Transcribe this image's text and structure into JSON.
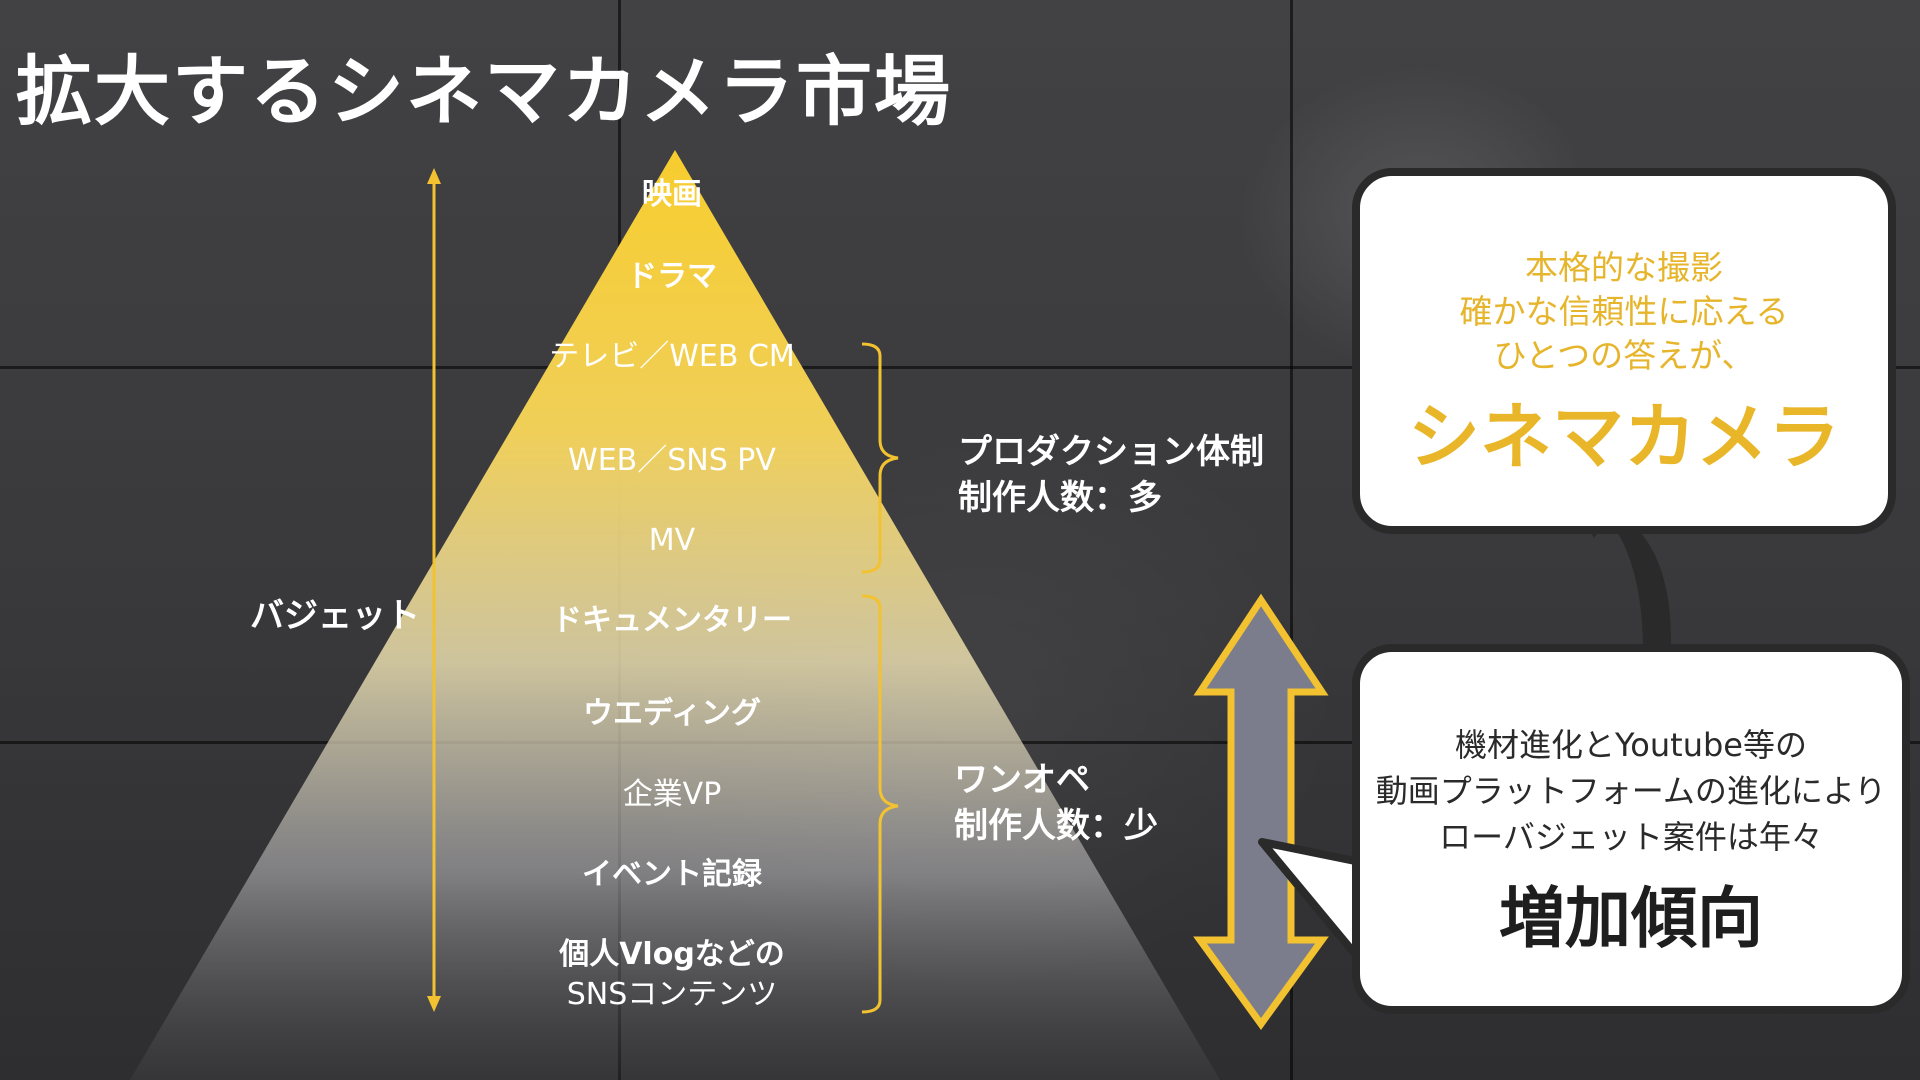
{
  "title": "拡大するシネマカメラ市場",
  "pyramid": {
    "levels": [
      {
        "label": "映画"
      },
      {
        "label": "ドラマ"
      },
      {
        "label": "テレビ／WEB CM"
      },
      {
        "label": "WEB／SNS PV"
      },
      {
        "label": "MV"
      },
      {
        "label": "ドキュメンタリー"
      },
      {
        "label": "ウエディング"
      },
      {
        "label": "企業VP"
      },
      {
        "label": "イベント記録"
      },
      {
        "label_line1": "個人Vlogなどの",
        "label_line2": "SNSコンテンツ"
      }
    ]
  },
  "budget_label": "バジェット",
  "production": {
    "line1": "プロダクション体制",
    "line2": "制作人数：多"
  },
  "one_op": {
    "line1": "ワンオペ",
    "line2": "制作人数：少"
  },
  "callout_top": {
    "line1": "本格的な撮影",
    "line2": "確かな信頼性に応える",
    "line3": "ひとつの答えが、",
    "big": "シネマカメラ"
  },
  "callout_bottom": {
    "line1": "機材進化とYoutube等の",
    "line2": "動画プラットフォームの進化により",
    "line3": "ローバジェット案件は年々",
    "big": "増加傾向"
  },
  "colors": {
    "accent_yellow": "#f2c230",
    "background": "#3a3a3c",
    "arrow_body": "#7b7d8c",
    "bubble_border": "#2a2a2a"
  },
  "icons": {
    "budget_arrow": "double-headed-vertical-arrow",
    "range_arrow": "double-headed-block-arrow",
    "curved_arrow": "curved-up-arrow"
  }
}
